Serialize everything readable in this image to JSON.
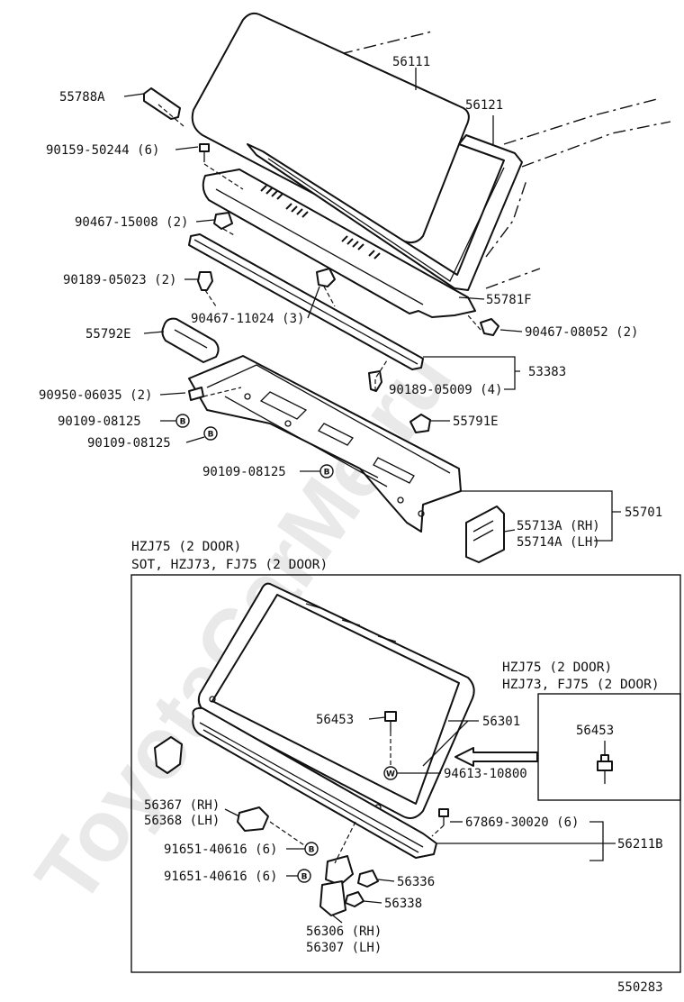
{
  "watermark": "ToyotaCarMe.ru",
  "diagram_id": "550283",
  "labels": {
    "p56111": "56111",
    "p56121": "56121",
    "p55788A": "55788A",
    "p90159": "90159-50244 (6)",
    "p90467_15008": "90467-15008 (2)",
    "p90189_05023": "90189-05023 (2)",
    "p90467_11024": "90467-11024 (3)",
    "p55781F": "55781F",
    "p90467_08052": "90467-08052 (2)",
    "p55792E": "55792E",
    "p53383": "53383",
    "p90189_05009": "90189-05009 (4)",
    "p90950": "90950-06035 (2)",
    "p90109_a": "90109-08125",
    "p90109_b": "90109-08125",
    "p90109_c": "90109-08125",
    "p55791E": "55791E",
    "p55713A": "55713A (RH)",
    "p55714A": "55714A (LH)",
    "p55701": "55701",
    "p56453": "56453",
    "p56301": "56301",
    "p94613": "94613-10800",
    "p56367": "56367 (RH)",
    "p56368": "56368 (LH)",
    "p67869": "67869-30020 (6)",
    "p56211B": "56211B",
    "p91651_a": "91651-40616 (6)",
    "p91651_b": "91651-40616 (6)",
    "p56336": "56336",
    "p56338": "56338",
    "p56306": "56306 (RH)",
    "p56307": "56307 (LH)",
    "inset_p56453": "56453"
  },
  "headers": {
    "box_line1": "HZJ75 (2 DOOR)",
    "box_line2": "SOT, HZJ73, FJ75 (2 DOOR)",
    "inset_line1": "HZJ75 (2 DOOR)",
    "inset_line2": "HZJ73, FJ75 (2 DOOR)"
  },
  "markers": {
    "B": "B",
    "W": "W"
  }
}
